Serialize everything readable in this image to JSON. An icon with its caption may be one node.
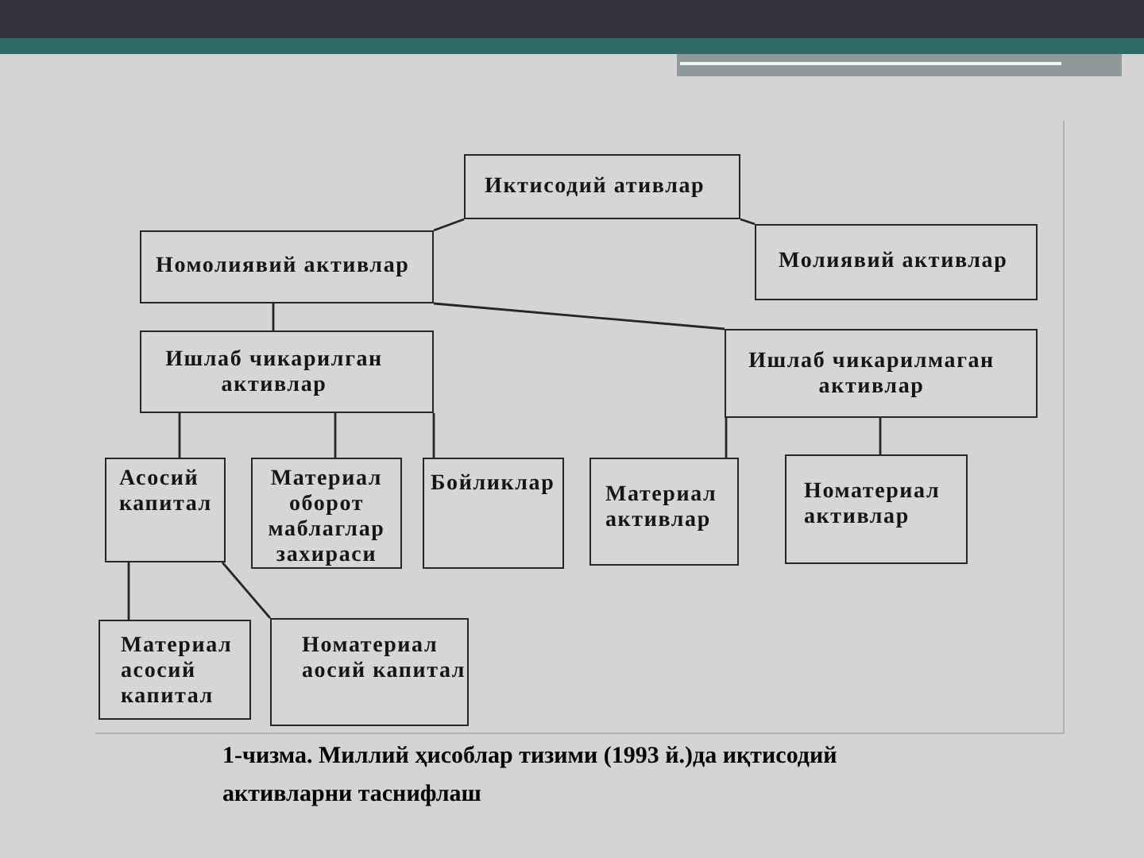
{
  "diagram": {
    "caption": "1-чизма. Миллий ҳисоблар тизими (1993 й.)да иқтисодий активларни таснифлаш",
    "nodes": [
      {
        "text": [
          "Иктисодий ативлар"
        ]
      },
      {
        "text": [
          "Номолиявий активлар"
        ]
      },
      {
        "text": [
          "Молиявий активлар"
        ]
      },
      {
        "text": [
          "Ишлаб чикарилган активлар"
        ]
      },
      {
        "text": [
          "Ишлаб чикарилмаган активлар"
        ]
      },
      {
        "text": [
          "Асосий капитал"
        ]
      },
      {
        "text": [
          "Материал оборот маблаглар захираси"
        ]
      },
      {
        "text": [
          "Бойликлар"
        ]
      },
      {
        "text": [
          "Материал активлар"
        ]
      },
      {
        "text": [
          "Номатериал активлар"
        ]
      },
      {
        "text": [
          "Материал асосий капитал"
        ]
      },
      {
        "text": [
          "Номатериал аосий капитал"
        ]
      }
    ],
    "edges": [
      {
        "from": 0,
        "to": 1,
        "arrow": "none"
      },
      {
        "from": 0,
        "to": 2,
        "arrow": "none"
      },
      {
        "from": 1,
        "to": 3,
        "arrow": "none"
      },
      {
        "from": 1,
        "to": 4,
        "arrow": "none"
      },
      {
        "from": 3,
        "to": 5,
        "arrow": "none"
      },
      {
        "from": 3,
        "to": 6,
        "arrow": "none"
      },
      {
        "from": 3,
        "to": 7,
        "arrow": "none"
      },
      {
        "from": 4,
        "to": 8,
        "arrow": "none"
      },
      {
        "from": 4,
        "to": 9,
        "arrow": "none"
      },
      {
        "from": 5,
        "to": 10,
        "arrow": "none"
      },
      {
        "from": 5,
        "to": 11,
        "arrow": "none"
      }
    ]
  }
}
